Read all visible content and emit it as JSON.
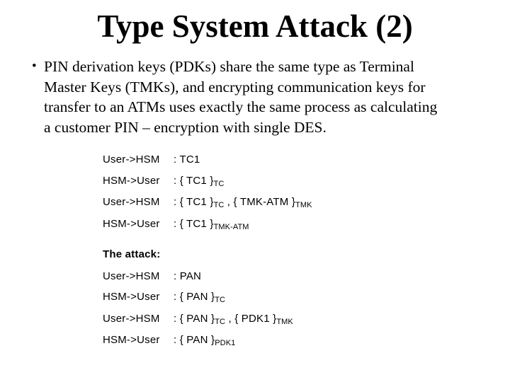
{
  "title": "Type System Attack (2)",
  "bullet": {
    "marker": "•",
    "lines": [
      "PIN derivation keys (PDKs) share the same type as Terminal",
      "Master Keys (TMKs), and encrypting communication keys for",
      "transfer to an ATMs uses exactly the same process as calculating",
      "a customer PIN – encryption with single DES."
    ]
  },
  "protocol": {
    "first_run": [
      {
        "from": "User->HSM",
        "parts": [
          {
            "text": ": TC1"
          }
        ]
      },
      {
        "from": "HSM->User",
        "parts": [
          {
            "text": ": { TC1 }"
          },
          {
            "sub": "TC"
          }
        ]
      },
      {
        "from": "User->HSM",
        "parts": [
          {
            "text": ": { TC1 }"
          },
          {
            "sub": "TC"
          },
          {
            "text": " , { TMK-ATM }"
          },
          {
            "sub": "TMK"
          }
        ]
      },
      {
        "from": "HSM->User",
        "parts": [
          {
            "text": ": { TC1 }"
          },
          {
            "sub": "TMK-ATM"
          }
        ]
      }
    ],
    "attack_heading": "The attack:",
    "attack_run": [
      {
        "from": "User->HSM",
        "parts": [
          {
            "text": ": PAN"
          }
        ]
      },
      {
        "from": "HSM->User",
        "parts": [
          {
            "text": ": { PAN }"
          },
          {
            "sub": "TC"
          }
        ]
      },
      {
        "from": "User->HSM",
        "parts": [
          {
            "text": ": { PAN }"
          },
          {
            "sub": "TC"
          },
          {
            "text": " , { PDK1 }"
          },
          {
            "sub": "TMK"
          }
        ]
      },
      {
        "from": "HSM->User",
        "parts": [
          {
            "text": ": { PAN }"
          },
          {
            "sub": "PDK1"
          }
        ]
      }
    ]
  },
  "colors": {
    "text": "#000000",
    "background": "#ffffff"
  }
}
